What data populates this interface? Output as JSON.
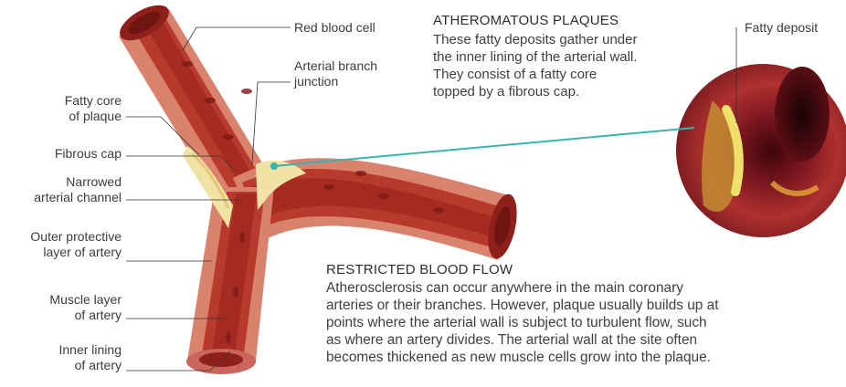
{
  "labels": {
    "red_blood_cell": "Red blood cell",
    "arterial_branch_junction": [
      "Arterial branch",
      "junction"
    ],
    "fatty_core": [
      "Fatty core",
      "of plaque"
    ],
    "fibrous_cap": "Fibrous cap",
    "narrowed_channel": [
      "Narrowed",
      "arterial channel"
    ],
    "outer_layer": [
      "Outer protective",
      "layer of artery"
    ],
    "muscle_layer": [
      "Muscle layer",
      "of artery"
    ],
    "inner_lining": [
      "Inner lining",
      "of artery"
    ],
    "fatty_deposit": "Fatty deposit"
  },
  "atheromatous": {
    "heading": "ATHEROMATOUS PLAQUES",
    "lines": [
      "These fatty deposits gather under",
      "the inner lining of the arterial wall.",
      "They consist of a fatty core",
      "topped by a fibrous cap."
    ]
  },
  "restricted": {
    "heading": "RESTRICTED BLOOD FLOW",
    "lines": [
      "Atherosclerosis can occur anywhere in the main coronary",
      "arteries or their branches. However, plaque usually builds up at",
      "points where the arterial wall is subject to turbulent flow, such",
      "as where an artery divides. The arterial wall at the site often",
      "becomes thickened as new muscle cells grow into the plaque."
    ]
  },
  "colors": {
    "outer_wall": "#d9826e",
    "muscle": "#b83a2c",
    "lumen": "#a52a22",
    "plaque": "#f1e2a6",
    "pointer": "#3ab3b0"
  }
}
